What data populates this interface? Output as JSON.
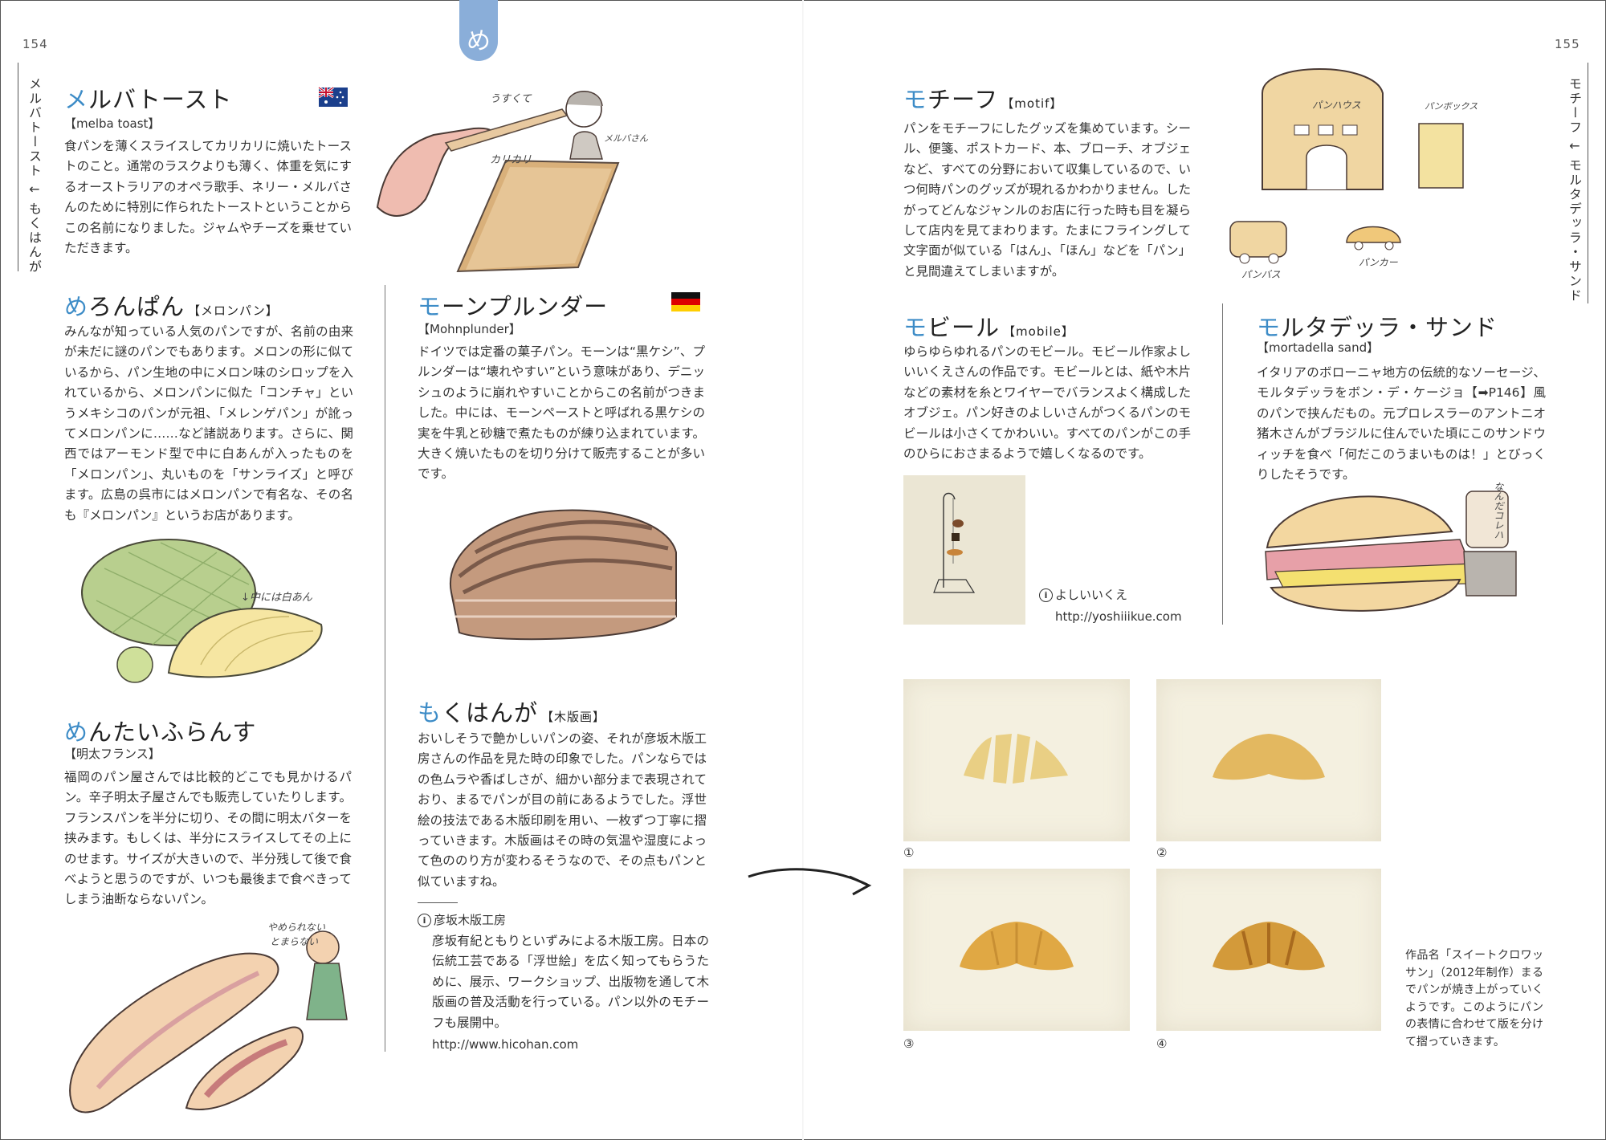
{
  "pages": {
    "left_number": "154",
    "right_number": "155",
    "section_tab": "め",
    "left_running_head": "メルバトースト ↓ もくはんが",
    "right_running_head": "モチーフ ↓ モルタデッラ・サンド"
  },
  "entries": {
    "melba": {
      "title_first": "メ",
      "title_rest": "ルバトースト",
      "english": "【melba toast】",
      "flag": "australia-flag-icon",
      "body": "食パンを薄くスライスしてカリカリに焼いたトーストのこと。通常のラスクよりも薄く、体重を気にするオーストラリアのオペラ歌手、ネリー・メルバさんのために特別に作られたトーストということからこの名前になりました。ジャムやチーズを乗せていただきます。",
      "notes": [
        "うすくて",
        "カリカリ",
        "メルバさん"
      ]
    },
    "melonpan": {
      "title_first": "め",
      "title_rest": "ろんぱん",
      "subtitle": "【メロンパン】",
      "body": "みんなが知っている人気のパンですが、名前の由来が未だに謎のパンでもあります。メロンの形に似ているから、パン生地の中にメロン味のシロップを入れているから、メロンパンに似た「コンチャ」というメキシコのパンが元祖、「メレンゲパン」が訛ってメロンパンに……など諸説あります。さらに、関西ではアーモンド型で中に白あんが入ったものを「メロンパン」、丸いものを「サンライズ」と呼びます。広島の呉市にはメロンパンで有名な、その名も『メロンパン』というお店があります。",
      "notes": [
        "↓中には白あん"
      ]
    },
    "mentai": {
      "title_first": "め",
      "title_rest": "んたいふらんす",
      "subtitle": "【明太フランス】",
      "body": "福岡のパン屋さんでは比較的どこでも見かけるパン。辛子明太子屋さんでも販売していたりします。フランスパンを半分に切り、その間に明太バターを挟みます。もしくは、半分にスライスしてその上にのせます。サイズが大きいので、半分残して後で食べようと思うのですが、いつも最後まで食べきってしまう油断ならないパン。",
      "notes": [
        "やめられない",
        "とまらない"
      ]
    },
    "mohn": {
      "title_first": "モ",
      "title_rest": "ーンプルンダー",
      "english": "【Mohnplunder】",
      "flag": "germany-flag-icon",
      "body": "ドイツでは定番の菓子パン。モーンは“黒ケシ”、プルンダーは“壊れやすい”という意味があり、デニッシュのように崩れやすいことからこの名前がつきました。中には、モーンペーストと呼ばれる黒ケシの実を牛乳と砂糖で煮たものが練り込まれています。大きく焼いたものを切り分けて販売することが多いです。"
    },
    "mokuhanga": {
      "title_first": "も",
      "title_rest": "くはんが",
      "subtitle": "【木版画】",
      "body": "おいしそうで艶かしいパンの姿、それが彦坂木版工房さんの作品を見た時の印象でした。パンならではの色ムラや香ばしさが、細かい部分まで表現されており、まるでパンが目の前にあるようでした。浮世絵の技法である木版印刷を用い、一枚ずつ丁寧に摺っていきます。木版画はその時の気温や湿度によって色ののり方が変わるそうなので、その点もパンと似ていますね。",
      "info_title": "彦坂木版工房",
      "info_body": "彦坂有紀ともりといずみによる木版工房。日本の伝統工芸である「浮世絵」を広く知ってもらうために、展示、ワークショップ、出版物を通して木版画の普及活動を行っている。パン以外のモチーフも展開中。",
      "info_url": "http://www.hicohan.com"
    },
    "motif": {
      "title_first": "モ",
      "title_rest": "チーフ",
      "english": "【motif】",
      "body": "パンをモチーフにしたグッズを集めています。シール、便箋、ポストカード、本、ブローチ、オブジェなど、すべての分野において収集しているので、いつ何時パンのグッズが現れるかわかりません。したがってどんなジャンルのお店に行った時も目を凝らして店内を見てまわります。たまにフライングして文字面が似ている「はん」、「ほん」などを「パン」と見間違えてしまいますが。",
      "notes": [
        "パンハウス",
        "パンボックス",
        "パンバス",
        "パンカー"
      ]
    },
    "mobile": {
      "title_first": "モ",
      "title_rest": "ビール",
      "english": "【mobile】",
      "body": "ゆらゆらゆれるパンのモビール。モビール作家よしいいくえさんの作品です。モビールとは、紙や木片などの素材を糸とワイヤーでバランスよく構成したオブジェ。パン好きのよしいさんがつくるパンのモビールは小さくてかわいい。すべてのパンがこの手のひらにおさまるようで嬉しくなるのです。",
      "info_title": "よしいいくえ",
      "info_url": "http://yoshiiikue.com"
    },
    "mortadella": {
      "title_first": "モ",
      "title_rest": "ルタデッラ・サンド",
      "english": "【mortadella sand】",
      "body": "イタリアのボローニャ地方の伝統的なソーセージ、モルタデッラをボン・デ・ケージョ【➡P146】風のパンで挟んだもの。元プロレスラーのアントニオ猪木さんがブラジルに住んでいた頃にこのサンドウィッチを食べ「何だこのうまいものは！」とびっくりしたそうです。",
      "notes": [
        "なんだコレハ"
      ]
    }
  },
  "prints": {
    "labels": [
      "①",
      "②",
      "③",
      "④"
    ],
    "caption": "作品名「スイートクロワッサン」（2012年制作）まるでパンが焼き上がっていくようです。このようにパンの表情に合わせて版を分けて摺っていきます。"
  }
}
